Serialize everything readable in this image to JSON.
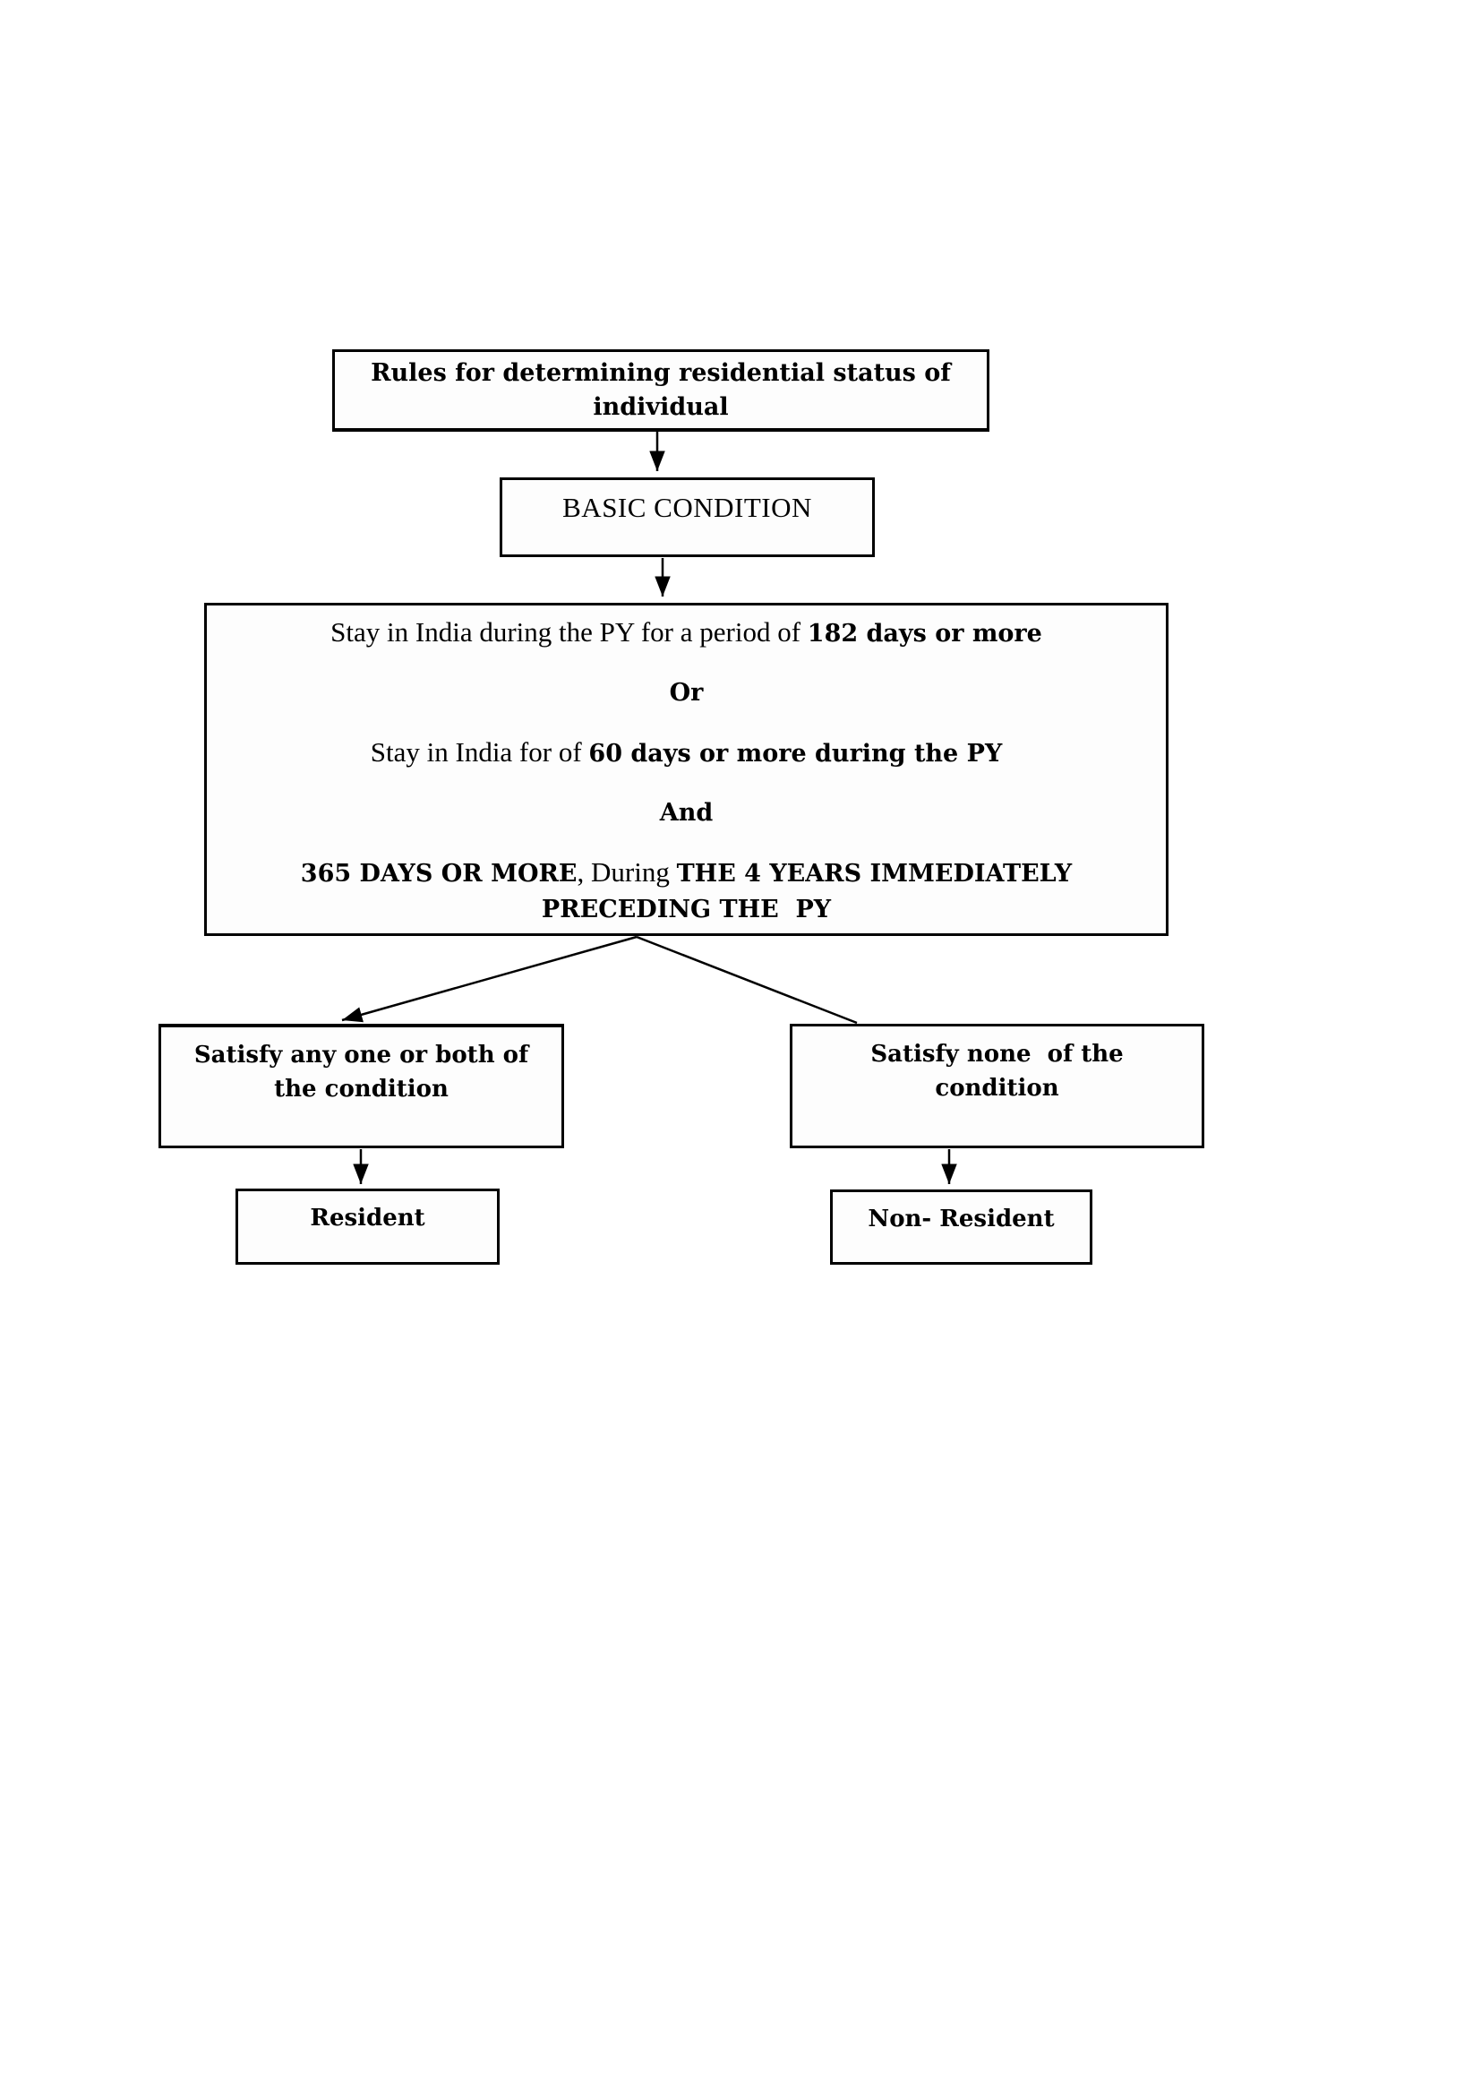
{
  "page": {
    "background_color": "#ffffff",
    "ink_color": "#000000"
  },
  "flowchart": {
    "title_box": {
      "lines": [
        "Rules for determining residential status of",
        "individual"
      ]
    },
    "basic_condition_box": {
      "label": "BASIC CONDITION"
    },
    "conditions_box": {
      "condition1": {
        "regular": "Stay in India during the PY for a period of ",
        "bold": "182 days or more"
      },
      "connector_or": "Or",
      "condition2": {
        "regular": "Stay in India for of ",
        "bold": "60 days or more during the PY"
      },
      "connector_and": "And",
      "condition3": {
        "bold1": "365 DAYS OR MORE",
        "regular": ", During ",
        "bold2": "THE 4 YEARS IMMEDIATELY"
      },
      "condition3_wrap": "PRECEDING THE  PY"
    },
    "branch_left_box": {
      "lines": [
        "Satisfy any one or both of",
        "the condition"
      ]
    },
    "branch_right_box": {
      "lines": [
        "Satisfy none  of the",
        "condition"
      ]
    },
    "result_left_box": {
      "label": "Resident"
    },
    "result_right_box": {
      "label": "Non- Resident"
    }
  }
}
